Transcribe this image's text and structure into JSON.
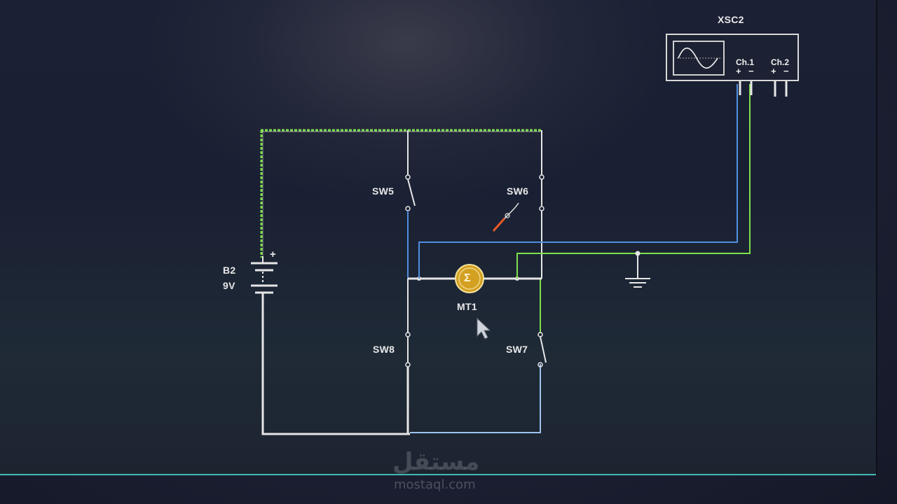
{
  "schematic": {
    "components": {
      "battery": {
        "name": "B2",
        "value": "9V",
        "polarity": "+"
      },
      "switches": [
        "SW5",
        "SW6",
        "SW7",
        "SW8"
      ],
      "motor": {
        "name": "MT1",
        "symbol": "Σ"
      },
      "oscilloscope": {
        "name": "XSC2",
        "ch1": "Ch.1",
        "ch2": "Ch.2",
        "plus": "+",
        "minus": "−"
      },
      "ground": "ground-symbol"
    },
    "colors": {
      "wire_green": "#7ee04a",
      "wire_blue": "#4f8fe0",
      "wire_white": "#e6e6e6",
      "motor_fill": "#d4a021",
      "background": "#1a2033",
      "bottom_rule": "#3fb8b0"
    }
  },
  "watermark": {
    "arabic": "مستقل",
    "site": "mostaql.com"
  }
}
